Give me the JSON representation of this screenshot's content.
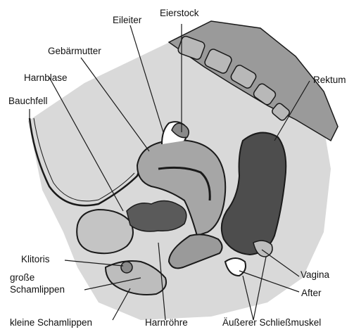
{
  "labels": {
    "eileiter": "Eileiter",
    "eierstock": "Eierstock",
    "gebaermutter": "Gebärmutter",
    "harnblase": "Harnblase",
    "rektum": "Rektum",
    "bauchfell": "Bauchfell",
    "klitoris": "Klitoris",
    "grosse_1": "große",
    "grosse_2": "Schamlippen",
    "vagina": "Vagina",
    "after": "After",
    "kleine": "kleine Schamlippen",
    "harnroehre": "Harnröhre",
    "schliessmuskel": "Äußerer Schließmuskel"
  },
  "colors": {
    "background": "#ffffff",
    "line": "#1a1a1a",
    "back_tissue": "#9a9a9a",
    "vertebra": "#b8b8b8",
    "cavity": "#d9d9d9",
    "rectum_fill": "#4d4d4d",
    "uterus_fill": "#a6a6a6",
    "bladder_fill": "#c4c4c4"
  }
}
